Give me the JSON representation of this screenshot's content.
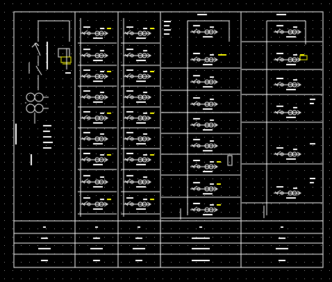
{
  "app": {
    "view": "cad-model-space",
    "background": "#000000",
    "line_color": "#ffffff",
    "accent_color": "#ffff00",
    "grid_dot_color": "#9a9a9a",
    "grid_on": true
  },
  "schematic": {
    "sections": [
      {
        "id": "incoming",
        "kind": "incoming-cabinet",
        "rows": 0
      },
      {
        "id": "feeder-a",
        "kind": "feeder-column",
        "rows": 9
      },
      {
        "id": "feeder-b",
        "kind": "feeder-column",
        "rows": 9
      },
      {
        "id": "outgoing-1",
        "kind": "sparse-column",
        "rows": 9
      },
      {
        "id": "outgoing-2",
        "kind": "sparse-column",
        "rows": 7
      }
    ],
    "legend_table": {
      "rows": 4,
      "icon": "table-icon"
    },
    "icons": [
      "breaker-icon",
      "transformer-icon",
      "current-transformer-icon",
      "disconnect-switch-icon",
      "ground-icon"
    ]
  }
}
